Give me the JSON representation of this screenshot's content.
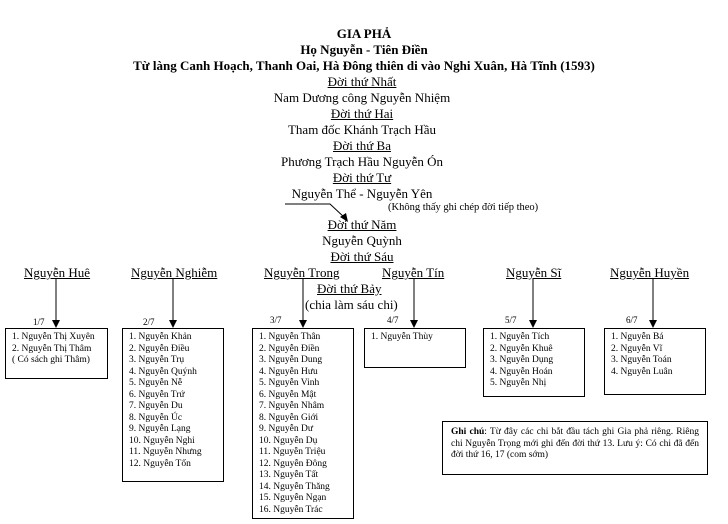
{
  "header": {
    "title": "GIA PHẢ",
    "subtitle": "Họ Nguyễn - Tiên Điền",
    "origin": "Từ làng Canh Hoạch, Thanh Oai, Hà Đông thiên di vào Nghi Xuân, Hà Tĩnh (1593)"
  },
  "generations": [
    {
      "label": "Đời thứ Nhất",
      "name": "Nam Dương công Nguyễn Nhiệm"
    },
    {
      "label": "Đời thứ Hai",
      "name": "Tham đốc Khánh Trạch Hầu"
    },
    {
      "label": "Đời thứ Ba",
      "name": "Phương Trạch Hầu Nguyễn Ón"
    },
    {
      "label": "Đời thứ Tư",
      "name": "Nguyễn Thể - Nguyễn Yên",
      "note": "(Không thấy ghi chép đời tiếp theo)"
    },
    {
      "label": "Đời thứ Năm",
      "name": "Nguyễn Quỳnh"
    },
    {
      "label": "Đời thứ Sáu"
    }
  ],
  "seventh": {
    "label": "Đời thứ Bảy",
    "note": "(chia làm sáu chi)"
  },
  "branches": [
    {
      "name": "Nguyễn Huê",
      "fraction": "1/7",
      "children": [
        "1. Nguyễn Thị Xuyên",
        "2. Nguyễn Thị Thâm",
        "( Có sách ghi Thâm)"
      ]
    },
    {
      "name": "Nguyễn Nghiễm",
      "fraction": "2/7",
      "children": [
        "1. Nguyễn Khản",
        "2. Nguyễn Điều",
        "3. Nguyễn Trụ",
        "4. Nguyễn Quýnh",
        "5. Nguyễn Nễ",
        "6. Nguyễn Trứ",
        "7. Nguyễn Du",
        "8. Nguyễn Úc",
        "9. Nguyễn Lạng",
        "10. Nguyễn Nghi",
        "11. Nguyễn  Nhưng",
        "12. Nguyễn Tốn"
      ]
    },
    {
      "name": "Nguyễn Trong",
      "fraction": "3/7",
      "children": [
        "1. Nguyễn Thân",
        "2. Nguyễn Điền",
        "3. Nguyễn Dung",
        "4. Nguyễn Hưu",
        "5. Nguyễn Vinh",
        "6. Nguyễn Mật",
        "7. Nguyễn Nhâm",
        "8. Nguyễn Giới",
        "9. Nguyễn Dư",
        "10. Nguyễn Dụ",
        "11. Nguyễn Triệu",
        "12. Nguyễn Đông",
        "13. Nguyễn Tất",
        "14. Nguyễn Thăng",
        "15. Nguyễn Ngạn",
        "16. Nguyễn Trác"
      ]
    },
    {
      "name": "Nguyễn Tín",
      "fraction": "4/7",
      "children": [
        "1.  Nguyễn Thùy"
      ]
    },
    {
      "name": "Nguyễn Sĩ",
      "fraction": "5/7",
      "children": [
        "1. Nguyễn Tích",
        "2. Nguyễn Khuê",
        "3. Nguyễn Dụng",
        "4. Nguyễn Hoán",
        "5. Nguyễn Nhị"
      ]
    },
    {
      "name": "Nguyễn Huyền",
      "fraction": "6/7",
      "children": [
        "1. Nguyễn Bá",
        "2. Nguyễn Vĩ",
        "3. Nguyễn Toán",
        "4. Nguyễn Luân"
      ]
    }
  ],
  "footnote": {
    "label": "Ghi chú",
    "text": ": Từ đây các chi bắt đầu tách ghi Gia phả riêng. Riêng chi Nguyễn Trọng mới ghi đến đời thứ 13. Lưu ý: Có chi đã đến đời thứ 16, 17 (com sớm)"
  }
}
